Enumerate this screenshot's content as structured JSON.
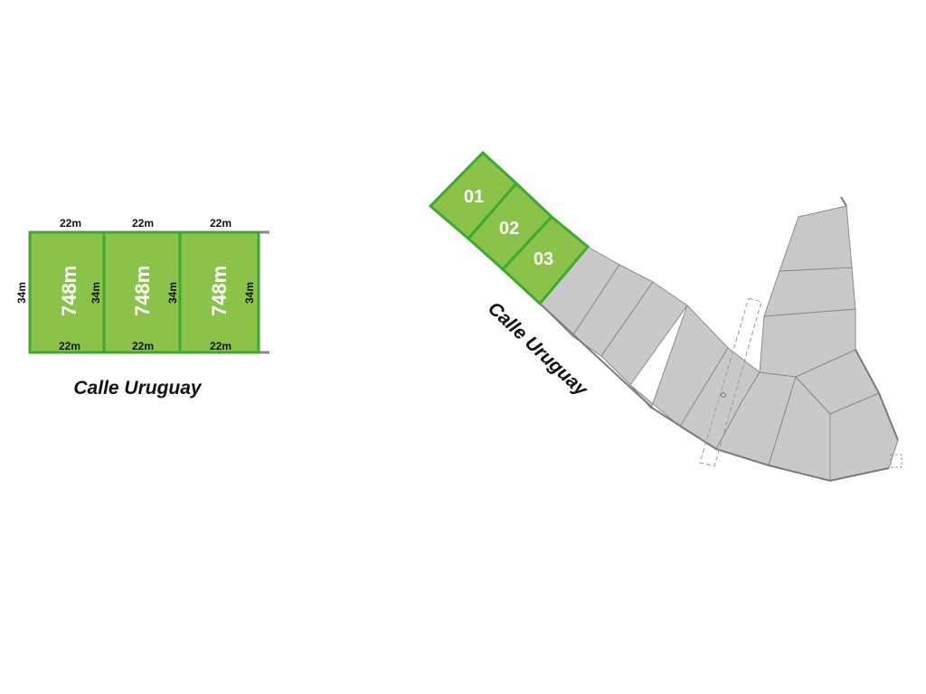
{
  "colors": {
    "lot_fill": "#8bc34a",
    "lot_border": "#3bab2f",
    "gray_lot": "#c9c9c9",
    "gray_border": "#8a8a8a"
  },
  "detail": {
    "street_name": "Calle Uruguay",
    "lots": [
      {
        "top": "22m",
        "bottom": "22m",
        "area": "748m",
        "side": "34m"
      },
      {
        "top": "22m",
        "bottom": "22m",
        "area": "748m",
        "side": "34m"
      },
      {
        "top": "22m",
        "bottom": "22m",
        "area": "748m",
        "side": "34m"
      }
    ],
    "left_side": "34m"
  },
  "map": {
    "street_name": "Calle Uruguay",
    "highlighted_lots": [
      "01",
      "02",
      "03"
    ]
  }
}
